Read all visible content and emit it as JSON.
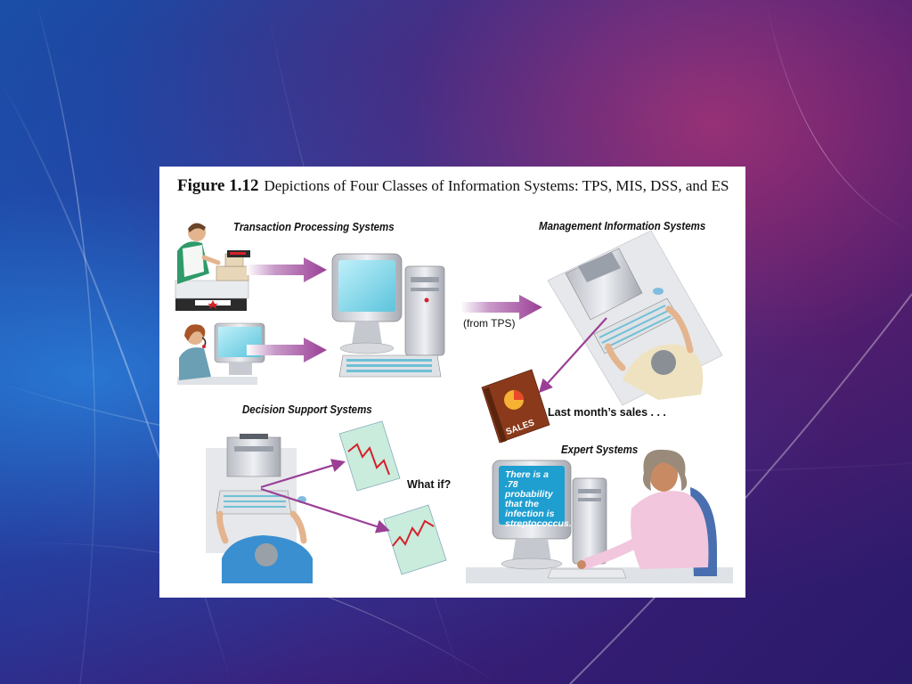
{
  "figure": {
    "number": "Figure 1.12",
    "title": "Depictions of Four Classes of Information Systems: TPS, MIS, DSS, and ES"
  },
  "sections": {
    "tps": "Transaction Processing Systems",
    "mis": "Management Information Systems",
    "dss": "Decision Support Systems",
    "es": "Expert Systems"
  },
  "annotations": {
    "from_tps": "(from TPS)",
    "last_month": "Last month’s sales . . .",
    "what_if": "What if?",
    "sales_book": "SALES",
    "es_screen": "There is a .78 probability that the infection is streptococcus."
  },
  "colors": {
    "arrow": "#9b3f96",
    "screen": "#7fd3e6",
    "shirt_green": "#2f9a6a",
    "shirt_blue": "#3a8fd0",
    "shirt_pink": "#f2c6dd",
    "chart_paper": "#c9ecdc",
    "chart_line": "#d6202a",
    "book": "#8a3a1a"
  }
}
